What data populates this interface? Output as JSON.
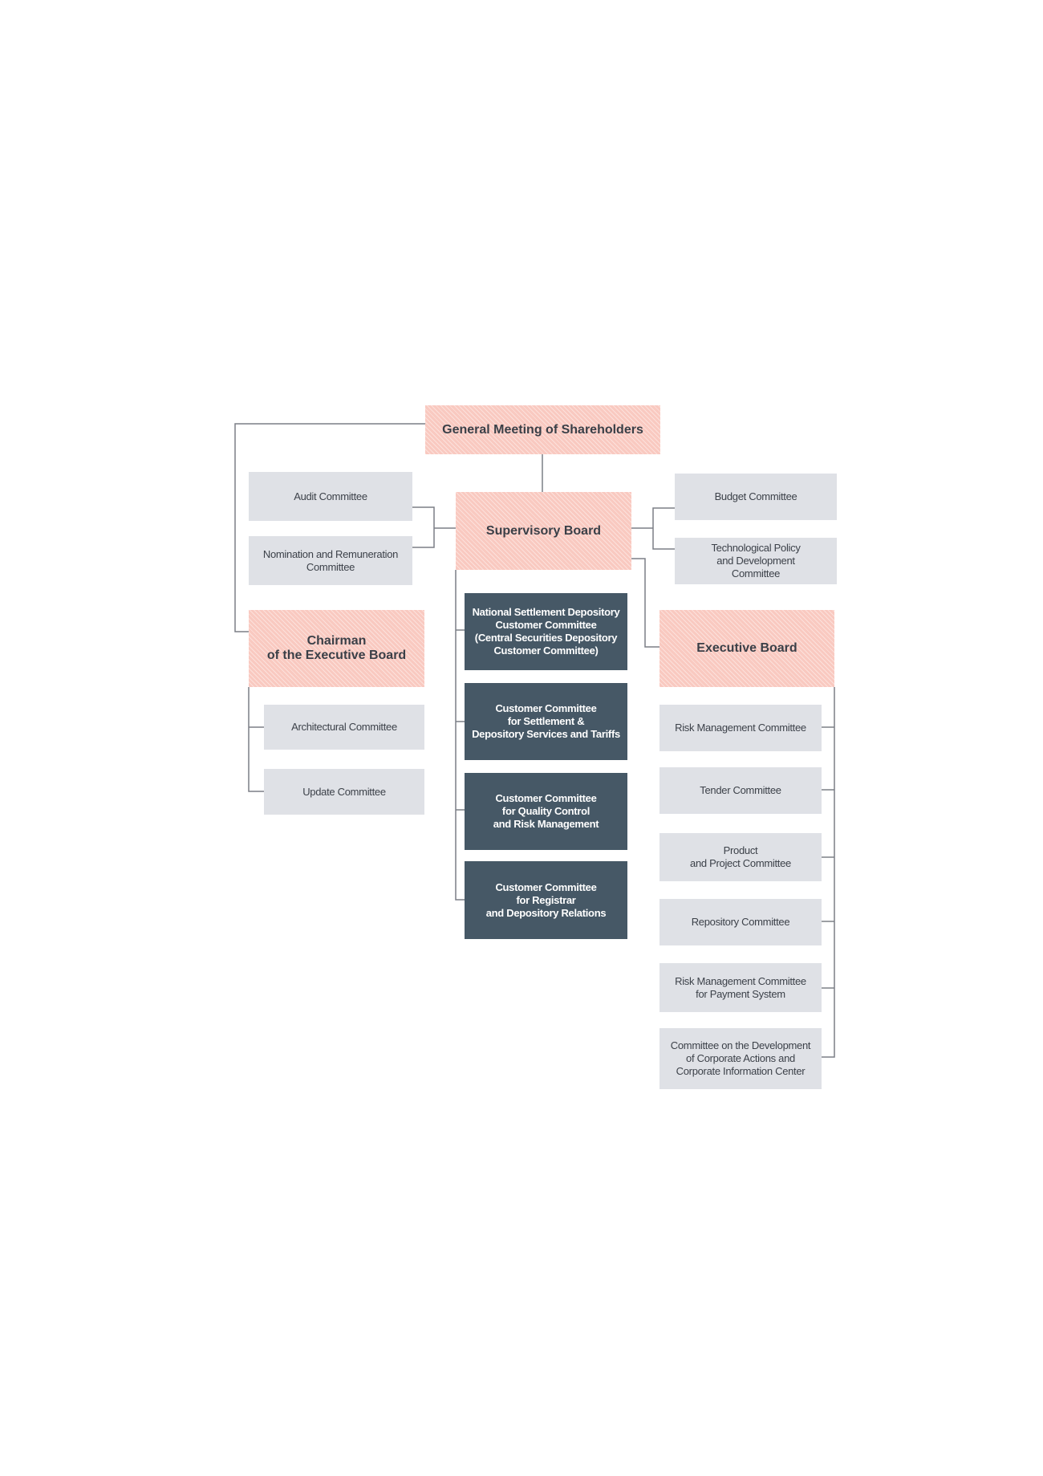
{
  "top": {
    "general_meeting": "General Meeting of Shareholders"
  },
  "supervisory_board": {
    "title": "Supervisory Board",
    "left_committees": [
      "Audit Committee",
      "Nomination and Remuneration\nCommittee"
    ],
    "right_committees": [
      "Budget Committee",
      "Technological Policy\nand Development\nCommittee"
    ]
  },
  "chairman": {
    "title": "Chairman\nof the Executive Board",
    "committees": [
      "Architectural Committee",
      "Update Committee"
    ]
  },
  "customer_committees": [
    "National Settlement Depository\nCustomer Committee\n(Central Securities Depository\nCustomer Committee)",
    "Customer Committee\nfor Settlement &\nDepository Services and Tariffs",
    "Customer Committee\nfor Quality Control\nand Risk Management",
    "Customer Committee\nfor Registrar\nand Depository Relations"
  ],
  "executive_board": {
    "title": "Executive Board",
    "committees": [
      "Risk Management Committee",
      "Tender Committee",
      "Product\nand Project Committee",
      "Repository Committee",
      "Risk Management Committee\nfor Payment System",
      "Committee on the Development\nof Corporate Actions and\nCorporate Information Center"
    ]
  },
  "colors": {
    "board_fill": "#f9c9c0",
    "committee_fill": "#dfe1e6",
    "customer_committee_fill": "#465866",
    "connector": "#7b7f86"
  }
}
